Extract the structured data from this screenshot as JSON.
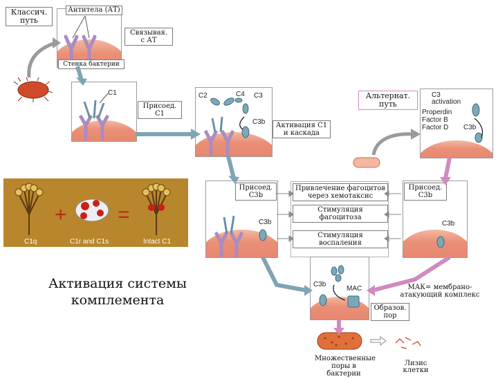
{
  "labels": {
    "classic": "Классич.\nпуть",
    "antibody": "Антитела (АТ)",
    "bind_at": "Связывая.\nс АТ",
    "membrane": "Стенка бактерии",
    "join_c1": "Присоед.\nC1",
    "activation_c1": "Активация C1\nи каскада",
    "alternative": "Альтернат.\nпуть",
    "join_c3b_left": "Присоед.\nC3b",
    "join_c3b_right": "Присоед.\nC3b",
    "phago_chemo": "Привлечение фагоцитов\nчерез хемотаксис",
    "phago_stim": "Стимуляция\nфагоцитоза",
    "inflam_stim": "Стимуляция\nвоспаления",
    "mac_desc": "МАК= мембрано-\nатакующий комплекс",
    "pore_form": "Образов.\nпор",
    "pores": "Множественные\nпоры в бактерии",
    "lysis": "Лизис клетки",
    "main_title": "Активация системы\nкомплемента"
  },
  "panel_text": {
    "c1": "C1",
    "c2": "C2",
    "c4": "C4",
    "c3": "C3",
    "c3b": "C3b",
    "c3_activation": "C3\nactivation",
    "properdin": "Properdin\nFactor B\nFactor D",
    "c3b_right": "C3b",
    "c3b_mid_left": "C3b",
    "c3b_mid_right": "C3b",
    "c3b_mac": "C3b",
    "mac": "MAC"
  },
  "c1_panel": {
    "c1q": "C1q",
    "c1r_c1s": "C1r and C1s",
    "intact": "Intact C1",
    "plus": "+",
    "equals": "="
  },
  "colors": {
    "arrow_blue": "#7fa4b4",
    "arrow_pink": "#d08ac0",
    "membrane": "#e58a72",
    "c1_bg": "#b8862c",
    "antibody": "#a98cc0"
  }
}
